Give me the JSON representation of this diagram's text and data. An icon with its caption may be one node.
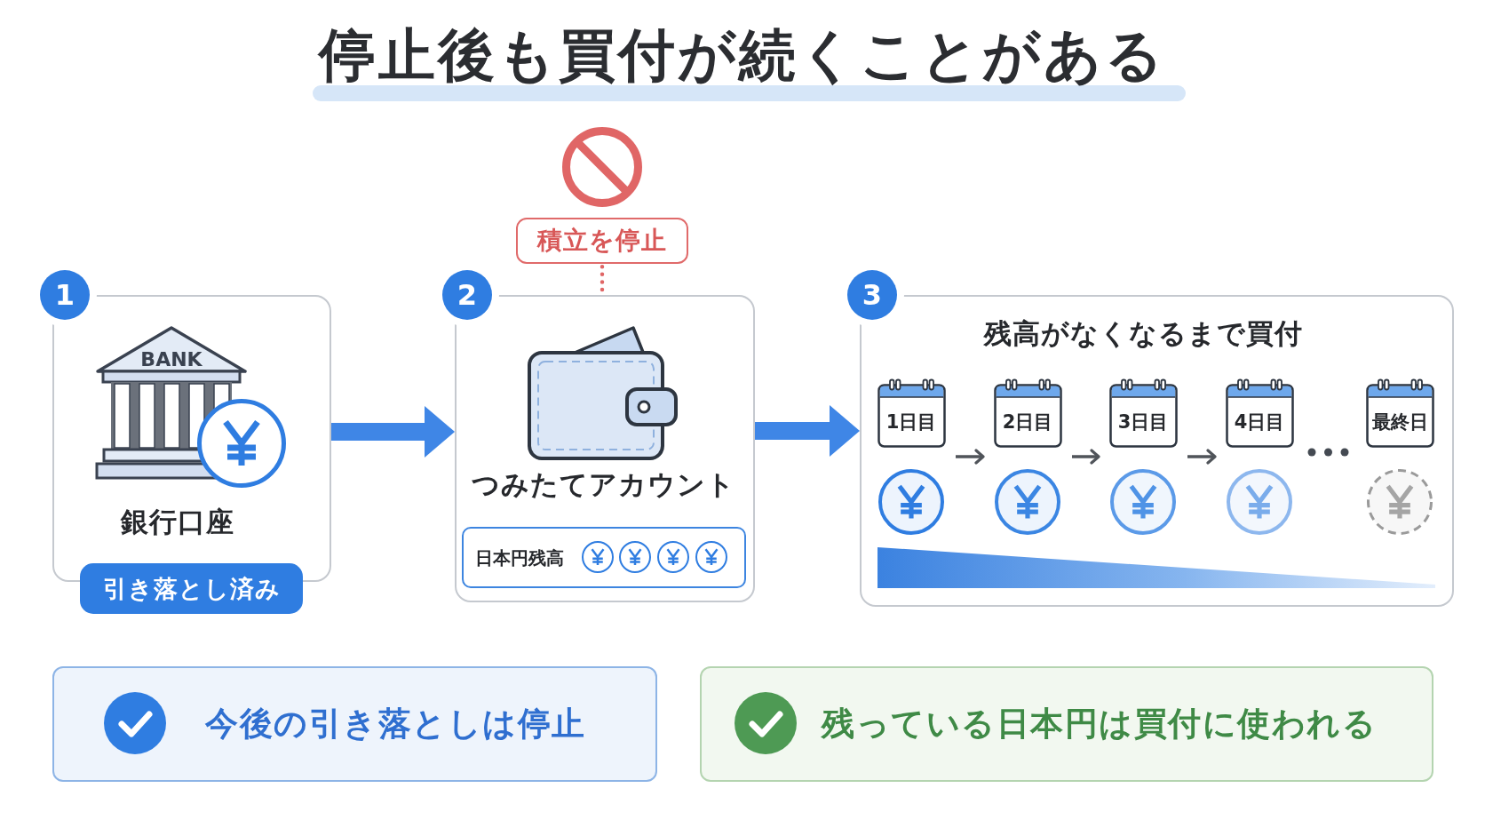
{
  "diagram": {
    "title": "停止後も買付が続くことがある",
    "nodes": [
      {
        "text": [
          "積立を停止"
        ]
      },
      {
        "text": [
          "1",
          "銀行口座"
        ]
      },
      {
        "text": [
          "引き落とし済み"
        ]
      },
      {
        "text": [
          "2",
          "つみたてアカウント"
        ]
      },
      {
        "text": [
          "日本円残高"
        ],
        "in": 3
      },
      {
        "text": [
          "3",
          "残高がなくなるまで買付"
        ]
      },
      {
        "text": [
          "1日目"
        ],
        "in": 5
      },
      {
        "text": [
          "2日目"
        ],
        "in": 5
      },
      {
        "text": [
          "3日目"
        ],
        "in": 5
      },
      {
        "text": [
          "4日目"
        ],
        "in": 5
      },
      {
        "text": [
          "最終日"
        ],
        "in": 5
      },
      {
        "text": [],
        "shape": "bar",
        "in": 5
      },
      {
        "text": [
          "今後の引き落としは停止"
        ]
      },
      {
        "text": [
          "残っている日本円は買付に使われる"
        ]
      }
    ],
    "edges": [
      {
        "from": 0,
        "to": 3,
        "arrow": "none",
        "style": "dashed",
        "color": "#e06666"
      },
      {
        "from": 1,
        "to": 3,
        "arrow": "to",
        "style": "thick",
        "color": "#3f86e6"
      },
      {
        "from": 3,
        "to": 5,
        "arrow": "to",
        "style": "thick",
        "color": "#3f86e6"
      },
      {
        "from": 6,
        "to": 7,
        "arrow": "to"
      },
      {
        "from": 7,
        "to": 8,
        "arrow": "to"
      },
      {
        "from": 8,
        "to": 9,
        "arrow": "to"
      }
    ],
    "labels": [
      "BANK"
    ]
  }
}
